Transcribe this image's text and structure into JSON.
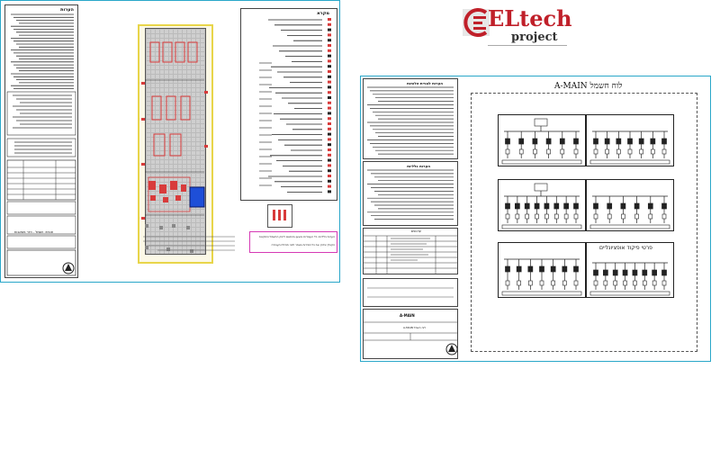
{
  "logo": {
    "brand": "ELtech",
    "subtitle": "project",
    "colors": {
      "accent_red": "#c0202a",
      "accent_gray": "#5a5a5a"
    }
  },
  "left_sheet": {
    "title_block_tag": "תכנית: חשמל - חדר משאבות",
    "notes_header": "הערות",
    "legend_header": "מקרא",
    "bottom_note_1": "הערות כלליות: כל העבודות יבוצעו בהתאם לחוק החשמל והתקנות",
    "bottom_note_2": "הקבלן יבדוק את כל המידות באתר לפני תחילת העבודה"
  },
  "right_sheet": {
    "drawing_title": "לוח חשמל A-MAIN",
    "notes_header": "הערות לבניית הלוחות",
    "notes_header_2": "הערות כלליות",
    "revisions_header": "עדכונים",
    "panel_header": "פרטי פיקוד אופציונליים",
    "title_block_name": "A-MAIN",
    "title_block_tag": "לוח חשמל A-MAIN"
  },
  "colors": {
    "drawing_line": "#222222",
    "title_block_border": "#2aa7c9",
    "room_fill": "#cfcfcf",
    "equipment_red": "#d83b3b",
    "yellow_border": "#e8d54a",
    "blue_equipment": "#1e4fd8",
    "magenta_note": "#d63ab5"
  }
}
